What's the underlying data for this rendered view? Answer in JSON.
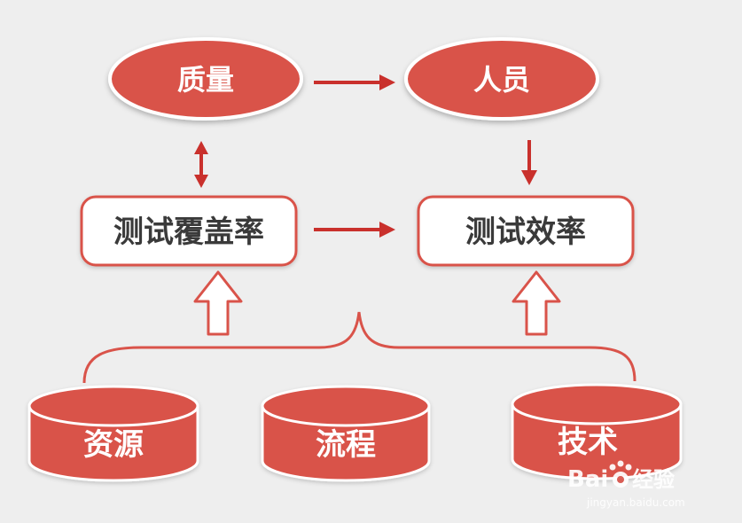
{
  "nodes": {
    "quality": "质量",
    "people": "人员",
    "coverage": "测试覆盖率",
    "efficiency": "测试效率",
    "resources": "资源",
    "process": "流程",
    "technology": "技术"
  },
  "watermark": {
    "brand": "Bai",
    "brand_suffix": "经验",
    "url": "jingyan.baidu.com"
  },
  "colors": {
    "node_fill": "#d9534a",
    "node_stroke": "#ffffff",
    "arrow": "#c9302c",
    "box_stroke": "#d9534a",
    "hollow_arrow": "#d9534a"
  }
}
